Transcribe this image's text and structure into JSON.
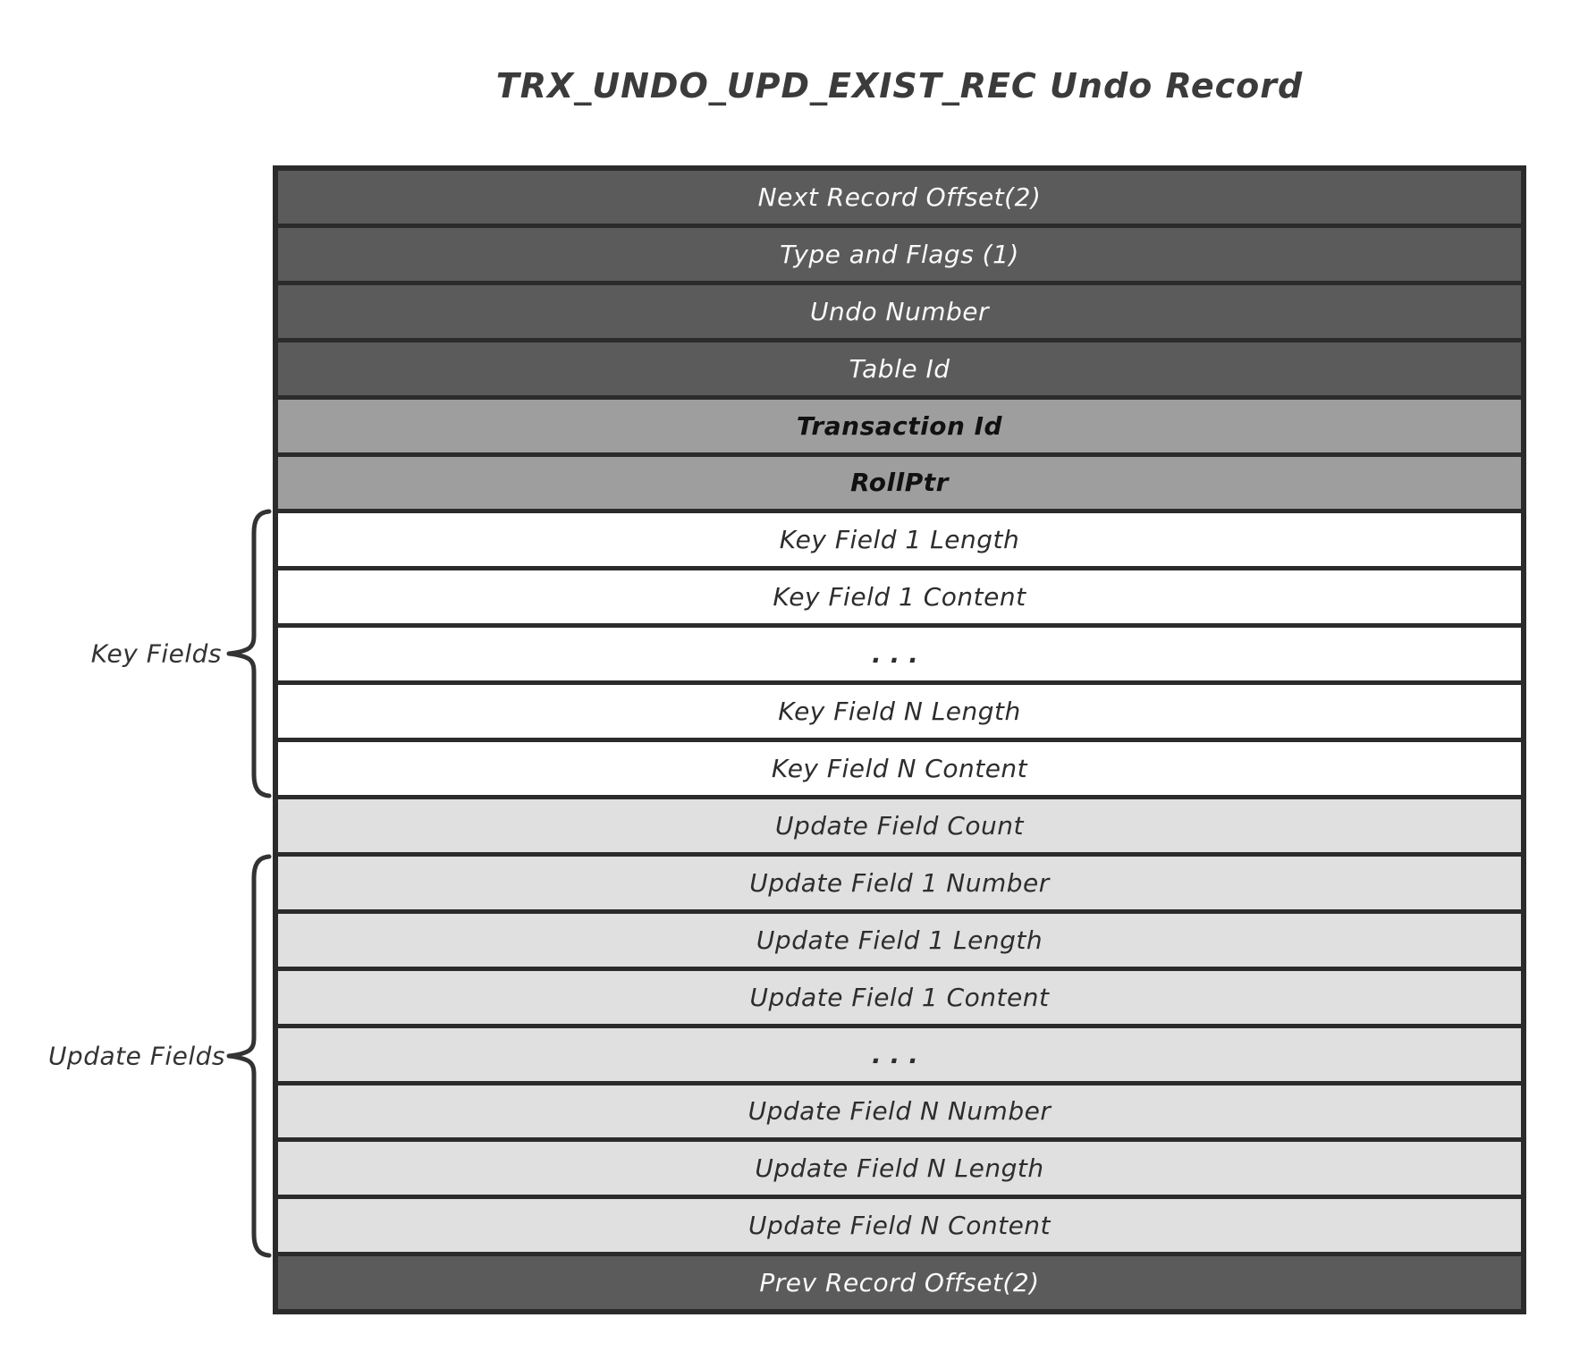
{
  "title": "TRX_UNDO_UPD_EXIST_REC Undo Record",
  "rows": [
    {
      "label": "Next Record Offset(2)",
      "style": "dark"
    },
    {
      "label": "Type and Flags (1)",
      "style": "dark"
    },
    {
      "label": "Undo Number",
      "style": "dark"
    },
    {
      "label": "Table Id",
      "style": "dark"
    },
    {
      "label": "Transaction Id",
      "style": "medium"
    },
    {
      "label": "RollPtr",
      "style": "medium"
    },
    {
      "label": "Key Field 1 Length",
      "style": "white"
    },
    {
      "label": "Key Field 1 Content",
      "style": "white"
    },
    {
      "label": "...",
      "style": "white"
    },
    {
      "label": "Key Field N Length",
      "style": "white"
    },
    {
      "label": "Key Field N Content",
      "style": "white"
    },
    {
      "label": "Update Field Count",
      "style": "light"
    },
    {
      "label": "Update Field 1 Number",
      "style": "light"
    },
    {
      "label": "Update Field 1 Length",
      "style": "light"
    },
    {
      "label": "Update Field 1 Content",
      "style": "light"
    },
    {
      "label": "...",
      "style": "light"
    },
    {
      "label": "Update Field N Number",
      "style": "light"
    },
    {
      "label": "Update Field N Length",
      "style": "light"
    },
    {
      "label": "Update Field N Content",
      "style": "light"
    },
    {
      "label": "Prev Record Offset(2)",
      "style": "dark"
    }
  ],
  "braces": [
    {
      "label": "Key Fields"
    },
    {
      "label": "Update Fields"
    }
  ],
  "colors": {
    "row-dark": "#5b5b5b",
    "row-medium": "#9e9e9e",
    "row-light": "#e0e0e0",
    "row-white": "#ffffff",
    "border": "#2b2b2b",
    "ink": "#333333",
    "text-on-dark": "#fafafa",
    "text-on-light": "#2d2d2d"
  }
}
